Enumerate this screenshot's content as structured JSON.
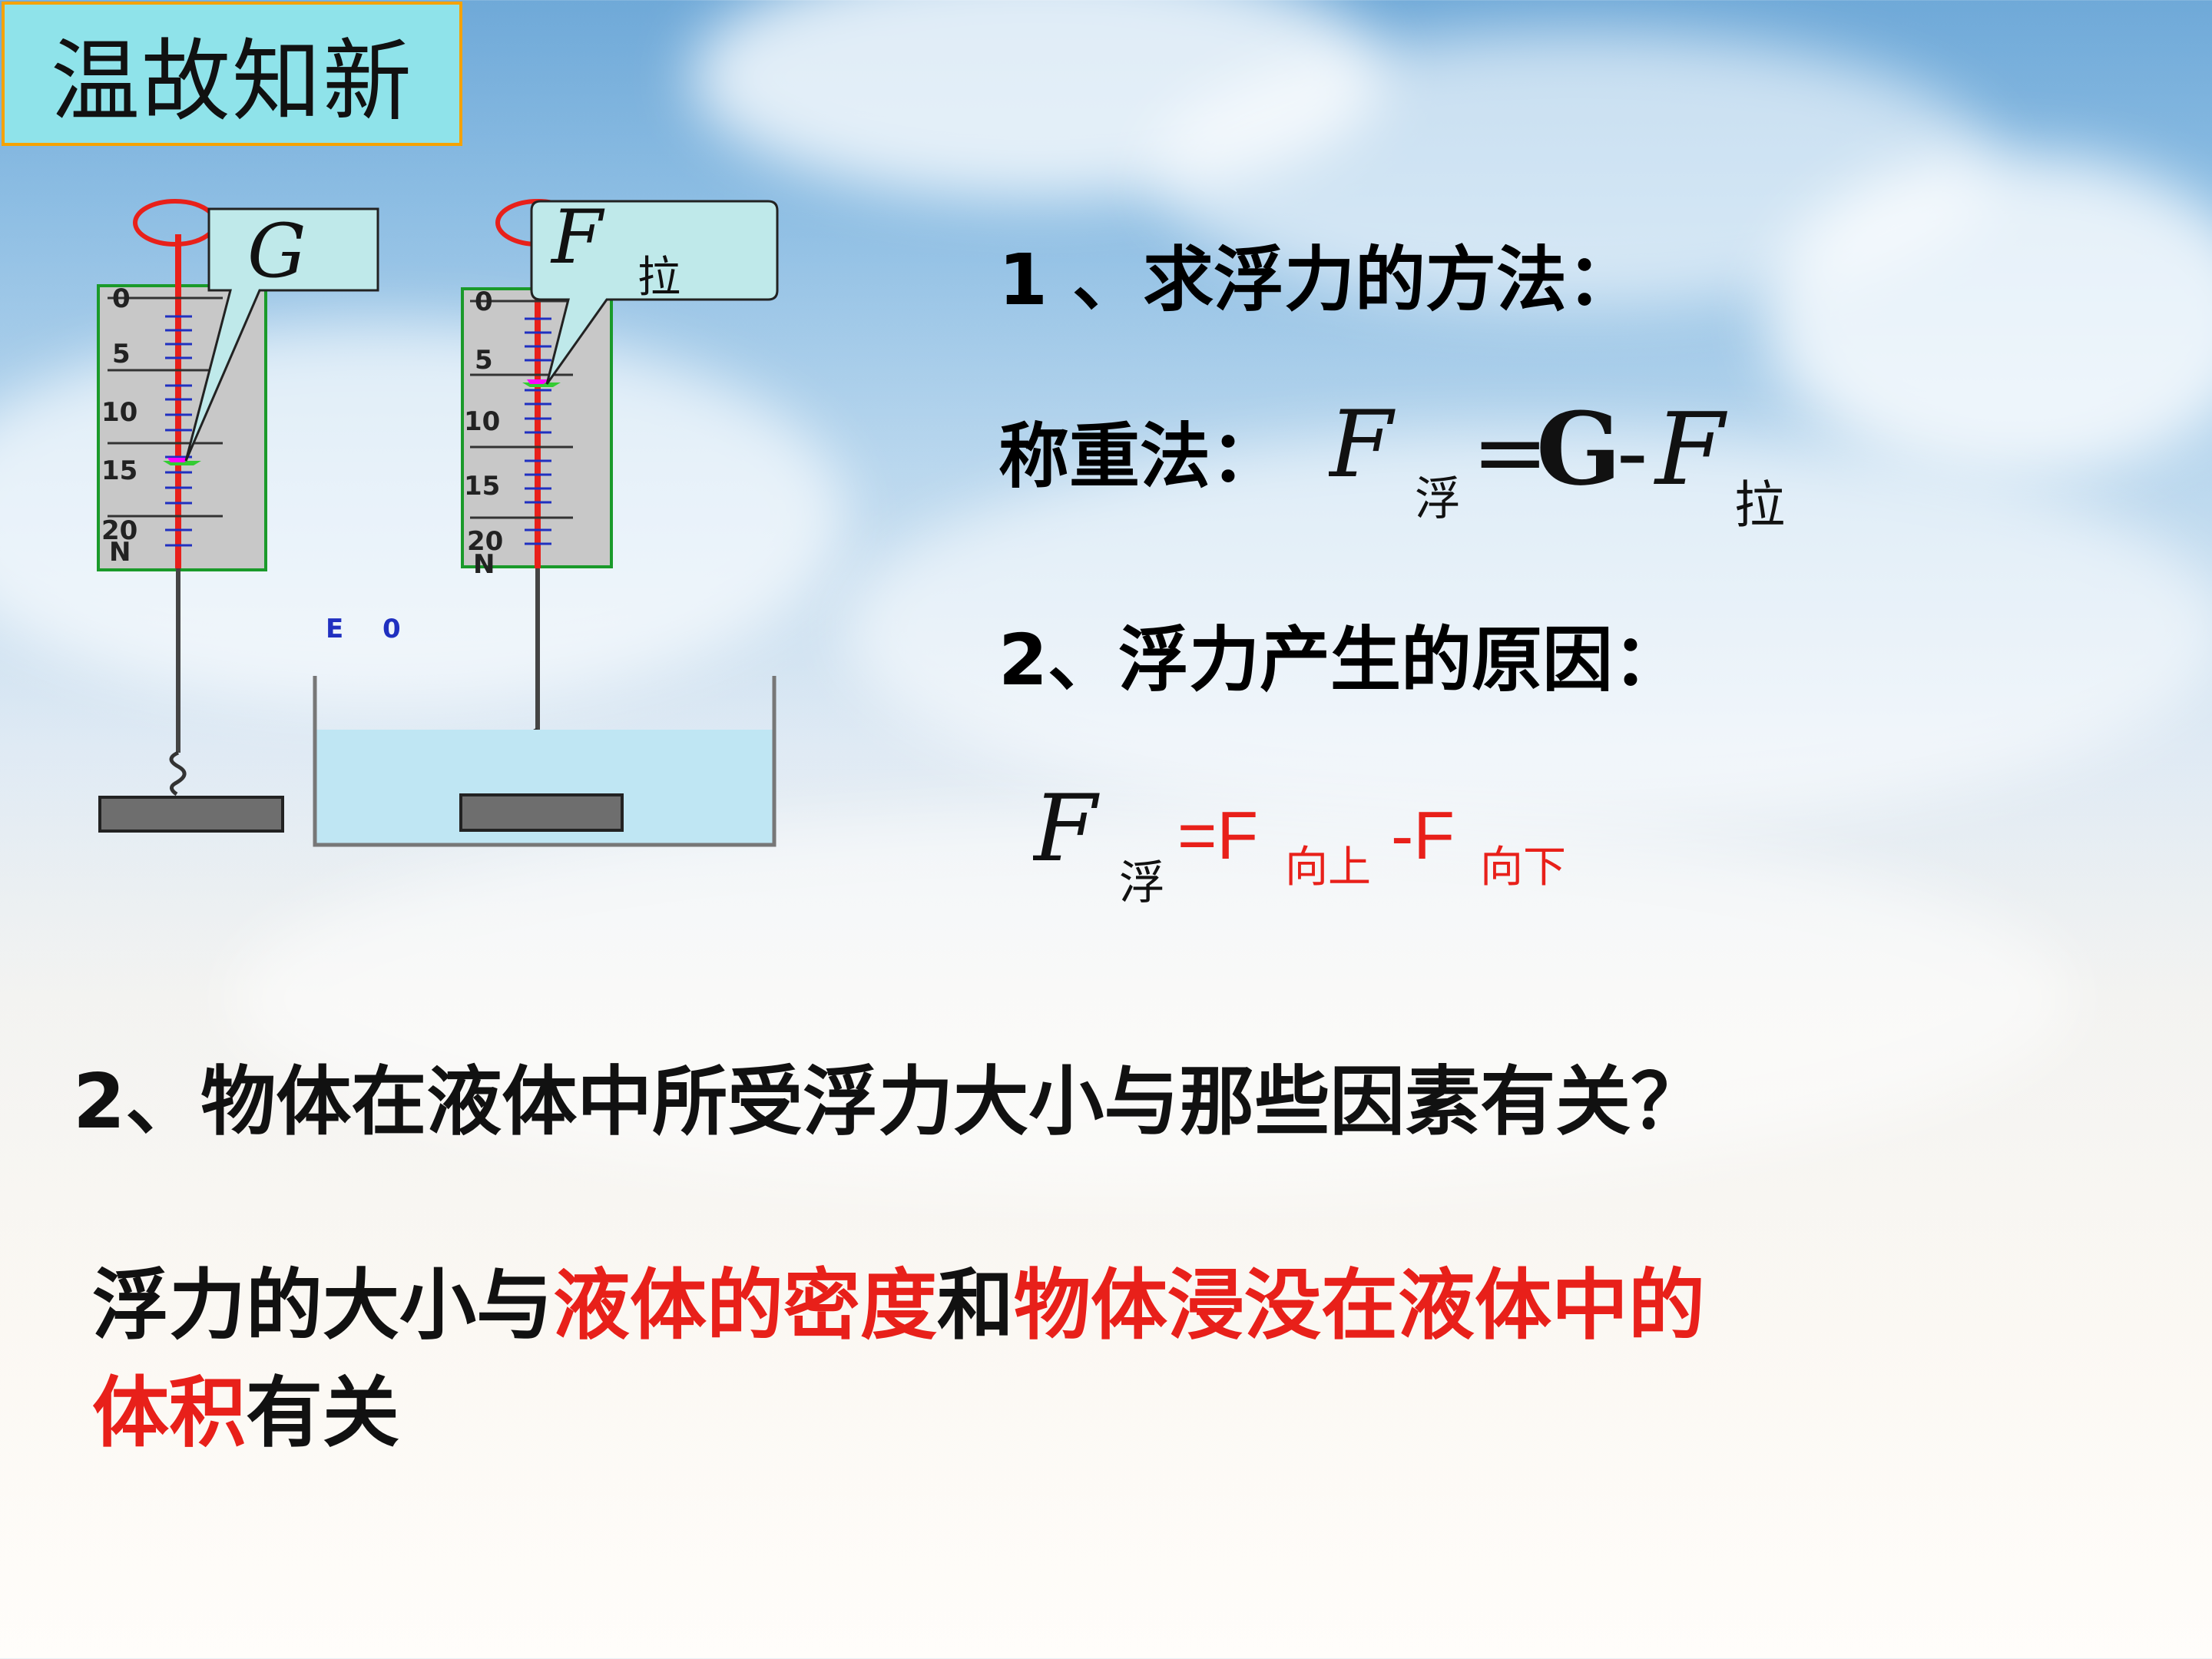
{
  "title": "温故知新",
  "apparatus": {
    "scale_ticks": [
      "0",
      "5",
      "10",
      "15",
      "20"
    ],
    "scale_unit": "N",
    "label_left": "G",
    "label_right_main": "F",
    "label_right_sub": "拉",
    "tank_marks": [
      "E",
      "0"
    ]
  },
  "section1": {
    "heading": "1 、求浮力的方法：",
    "method_label": "称重法：",
    "formula": {
      "f": "F",
      "f_sub": "浮",
      "eq": "=",
      "g": "G",
      "minus": "-",
      "f2": "F",
      "f2_sub": "拉"
    }
  },
  "section2": {
    "heading": "2、浮力产生的原因：",
    "formula": {
      "f": "F",
      "f_sub": "浮",
      "rest_eq": "=F",
      "up_sub": "向上",
      "minus": "-F",
      "down_sub": "向下"
    }
  },
  "question": "2、物体在液体中所受浮力大小与那些因素有关？",
  "answer": {
    "part1": "浮力的大小与",
    "part2": "液体的密度",
    "part3": "和",
    "part4": "物体浸没在液体中的",
    "part5": "体积",
    "part6": "有关"
  },
  "colors": {
    "highlight_red": "#e8201a",
    "title_bg": "#8fe3ea",
    "title_border": "#f5a200",
    "water": "#bfe6f3"
  }
}
